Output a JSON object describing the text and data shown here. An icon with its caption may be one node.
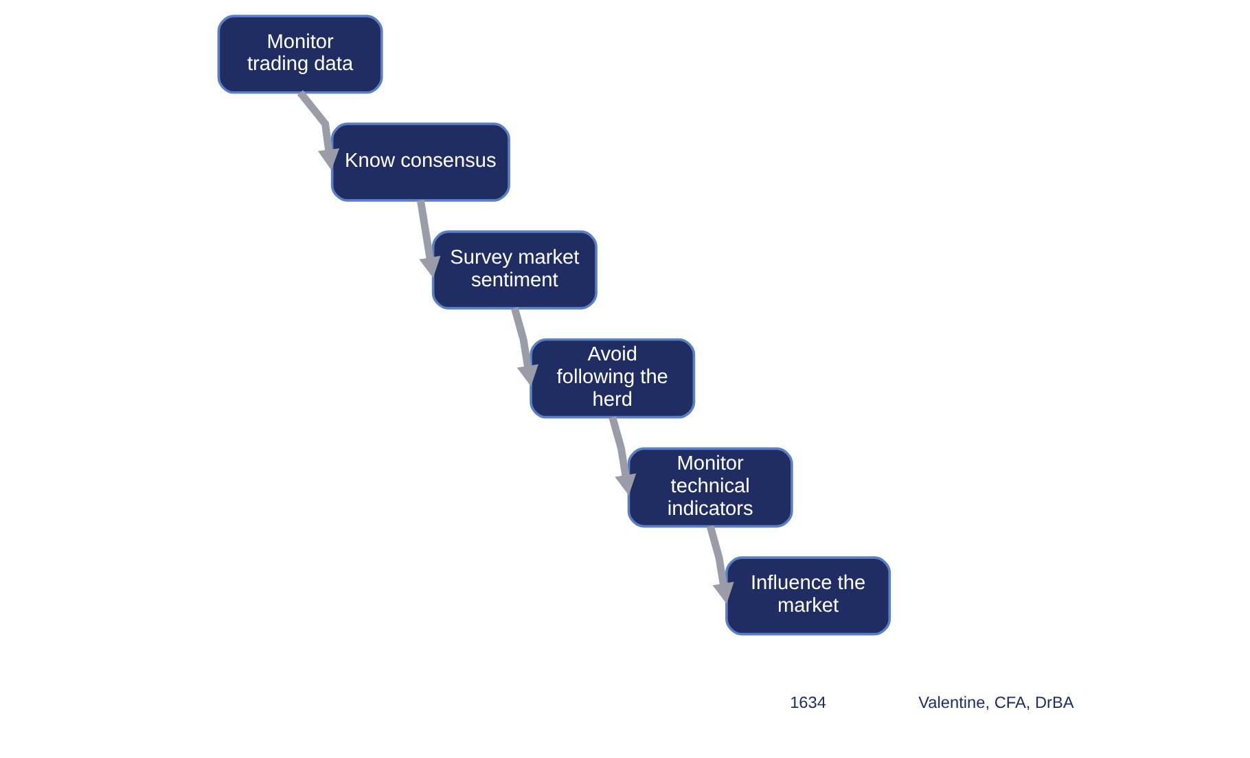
{
  "diagram": {
    "nodes": [
      {
        "text": [
          "Monitor trading data"
        ]
      },
      {
        "text": [
          "Know consensus"
        ]
      },
      {
        "text": [
          "Survey market sentiment"
        ]
      },
      {
        "text": [
          "Avoid following the herd"
        ]
      },
      {
        "text": [
          "Monitor technical indicators"
        ]
      },
      {
        "text": [
          "Influence the market"
        ]
      }
    ],
    "edges": [
      {
        "from": 0,
        "to": 1,
        "arrow": "to"
      },
      {
        "from": 1,
        "to": 2,
        "arrow": "to"
      },
      {
        "from": 2,
        "to": 3,
        "arrow": "to"
      },
      {
        "from": 3,
        "to": 4,
        "arrow": "to"
      },
      {
        "from": 4,
        "to": 5,
        "arrow": "to"
      }
    ],
    "labels": [
      "1634",
      "Valentine, CFA, DrBA"
    ]
  }
}
